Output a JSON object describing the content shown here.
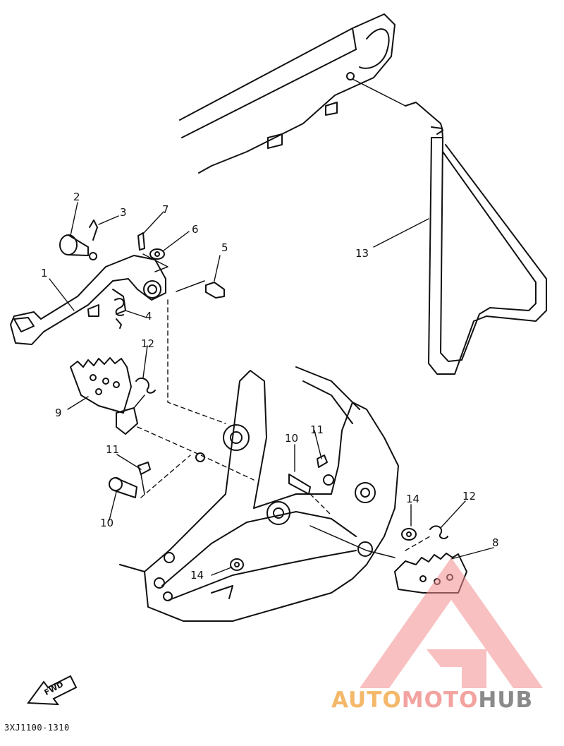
{
  "diagram": {
    "callouts": [
      {
        "id": "1",
        "label": "1"
      },
      {
        "id": "2",
        "label": "2"
      },
      {
        "id": "3",
        "label": "3"
      },
      {
        "id": "4",
        "label": "4"
      },
      {
        "id": "5",
        "label": "5"
      },
      {
        "id": "6",
        "label": "6"
      },
      {
        "id": "7",
        "label": "7"
      },
      {
        "id": "8",
        "label": "8"
      },
      {
        "id": "9",
        "label": "9"
      },
      {
        "id": "10a",
        "label": "10"
      },
      {
        "id": "10b",
        "label": "10"
      },
      {
        "id": "11a",
        "label": "11"
      },
      {
        "id": "11b",
        "label": "11"
      },
      {
        "id": "12a",
        "label": "12"
      },
      {
        "id": "12b",
        "label": "12"
      },
      {
        "id": "13",
        "label": "13"
      },
      {
        "id": "14a",
        "label": "14"
      },
      {
        "id": "14b",
        "label": "14"
      }
    ],
    "direction_arrow": "FWD",
    "drawing_code": "3XJ1100-1310"
  },
  "watermark": {
    "part1": "AUTO",
    "part2": "MOTO",
    "part3": "HUB",
    "colors": {
      "auto": "#f4b86a",
      "moto": "#f2a3a0",
      "hub": "#8a8a8a",
      "triangle": "#f28c8c"
    }
  }
}
